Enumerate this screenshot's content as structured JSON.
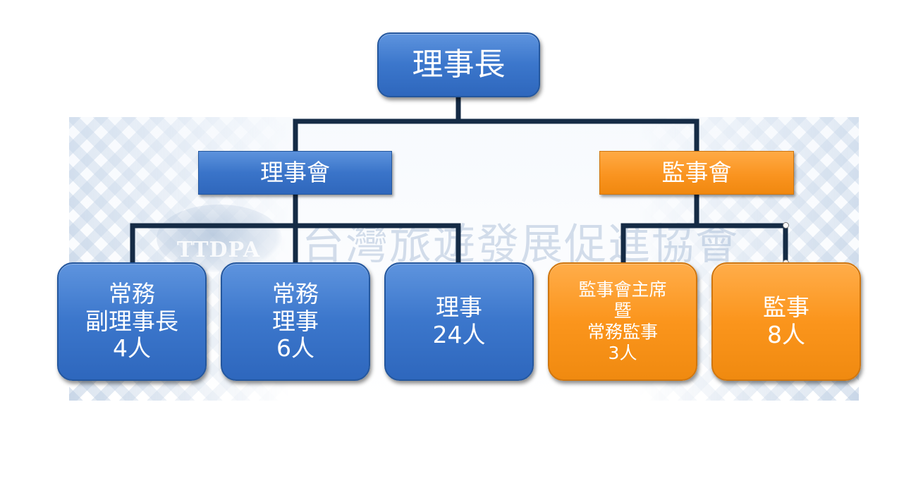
{
  "chairman": {
    "label": "理事長"
  },
  "board": {
    "label": "理事會"
  },
  "supervisory": {
    "label": "監事會"
  },
  "watermark": {
    "letters": "TTDPA",
    "name": "台灣旅遊發展促進協會"
  },
  "members": [
    {
      "lines": [
        "常務",
        "副理事長",
        "4人"
      ]
    },
    {
      "lines": [
        "常務",
        "理事",
        "6人"
      ]
    },
    {
      "lines": [
        "理事",
        "24人"
      ]
    },
    {
      "lines": [
        "監事會主席",
        "暨",
        "常務監事",
        "3人"
      ]
    },
    {
      "lines": [
        "監事",
        "8人"
      ]
    }
  ],
  "colors": {
    "blue": "#3c77cc",
    "orange": "#fb951c",
    "connector": "#152b45"
  }
}
